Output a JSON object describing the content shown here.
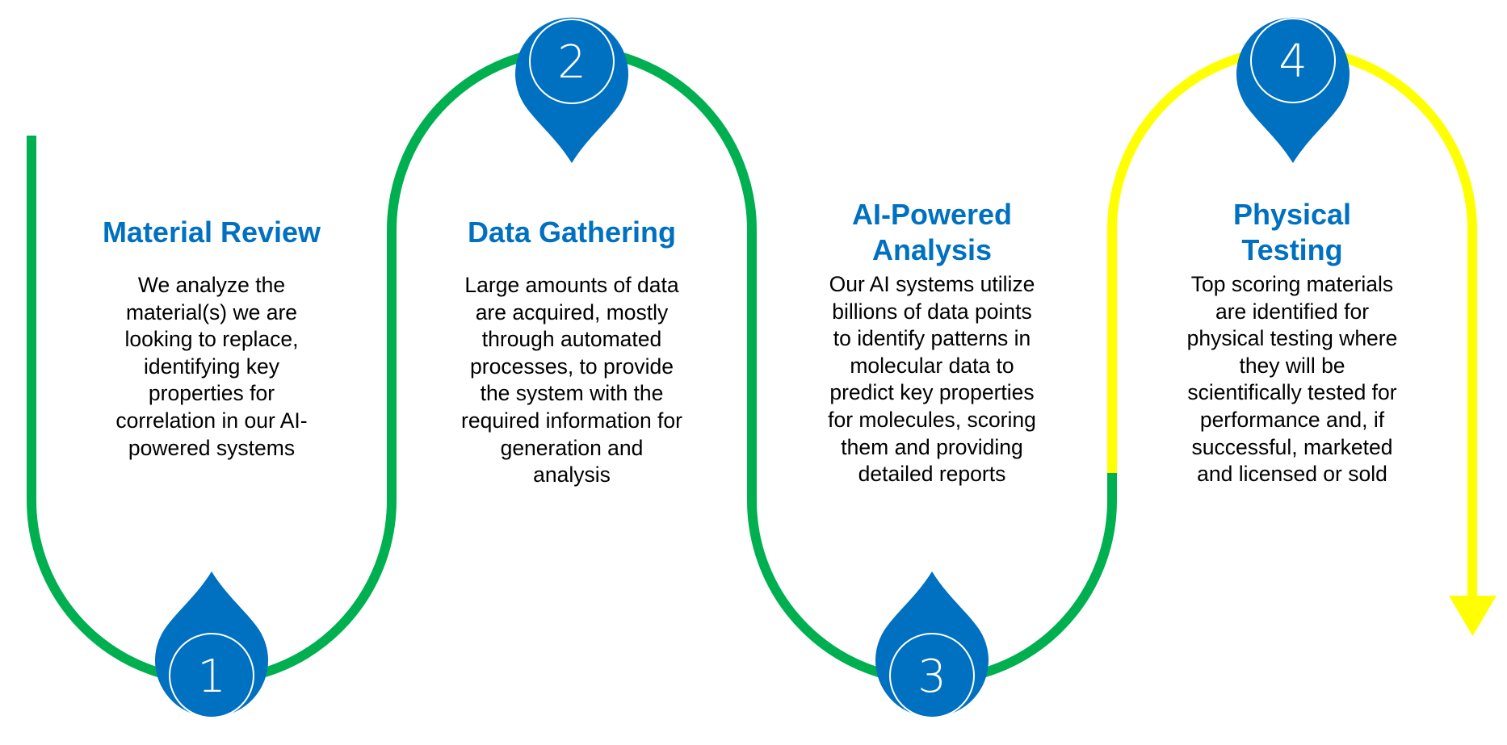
{
  "colors": {
    "path_green": "#00B050",
    "path_yellow": "#FFFF00",
    "pin_blue": "#0070C0",
    "title_blue": "#0070C0",
    "body_text": "#000000"
  },
  "steps": [
    {
      "number": "1",
      "title_lines": [
        "Material Review"
      ],
      "body_lines": [
        "We analyze the",
        "material(s) we are",
        "looking to replace,",
        "identifying key",
        "properties for",
        "correlation in our AI-",
        "powered systems"
      ]
    },
    {
      "number": "2",
      "title_lines": [
        "Data Gathering"
      ],
      "body_lines": [
        "Large amounts of data",
        "are acquired, mostly",
        "through automated",
        "processes, to provide",
        "the system with the",
        "required information for",
        "generation and",
        "analysis"
      ]
    },
    {
      "number": "3",
      "title_lines": [
        "AI-Powered",
        "Analysis"
      ],
      "body_lines": [
        "Our AI systems utilize",
        "billions of data points",
        "to identify patterns in",
        "molecular data to",
        "predict key properties",
        "for molecules, scoring",
        "them and providing",
        "detailed reports"
      ]
    },
    {
      "number": "4",
      "title_lines": [
        "Physical",
        "Testing"
      ],
      "body_lines": [
        "Top scoring materials",
        "are identified for",
        "physical testing where",
        "they will be",
        "scientifically tested for",
        "performance and, if",
        "successful, marketed",
        "and licensed or sold"
      ]
    }
  ],
  "path": {
    "completed_segment_color": "green",
    "remaining_segment_color": "yellow",
    "end_marker": "arrow-down"
  }
}
